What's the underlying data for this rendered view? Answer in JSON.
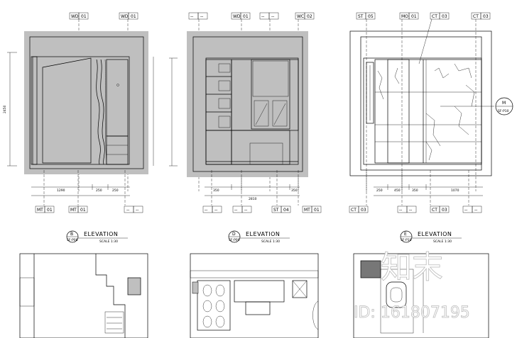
{
  "panels": [
    {
      "id": "B",
      "elevation_label": "ELEVATION",
      "code": "SF-P08",
      "scale": "SCALE 1:30",
      "top_tags": [
        {
          "code": "WD",
          "num": "01"
        },
        {
          "code": "WD",
          "num": "01"
        }
      ],
      "bottom_tags": [
        {
          "code": "MT",
          "num": "01"
        },
        {
          "code": "MT",
          "num": "01"
        },
        {
          "code": "--",
          "num": "--"
        }
      ],
      "dims": [
        "1290",
        "250",
        "250",
        "2450"
      ]
    },
    {
      "id": "D",
      "elevation_label": "ELEVATION",
      "code": "SF-P09",
      "scale": "SCALE 1:30",
      "top_tags": [
        {
          "code": "--",
          "num": "--"
        },
        {
          "code": "WD",
          "num": "01"
        },
        {
          "code": "--",
          "num": "--"
        },
        {
          "code": "WC",
          "num": "02"
        }
      ],
      "bottom_tags": [
        {
          "code": "--",
          "num": "--"
        },
        {
          "code": "--",
          "num": "--"
        },
        {
          "code": "ST",
          "num": "04"
        },
        {
          "code": "MT",
          "num": "01"
        }
      ],
      "dims": [
        "350",
        "2810",
        "350"
      ]
    },
    {
      "id": "E",
      "elevation_label": "ELEVATION",
      "code": "SF-P10",
      "scale": "SCALE 1:30",
      "top_tags": [
        {
          "code": "ST",
          "num": "05"
        },
        {
          "code": "MO",
          "num": "01"
        },
        {
          "code": "CT",
          "num": "03"
        },
        {
          "code": "CT",
          "num": "03"
        }
      ],
      "bottom_tags": [
        {
          "code": "CT",
          "num": "03"
        },
        {
          "code": "--",
          "num": "--"
        },
        {
          "code": "CT",
          "num": "03"
        },
        {
          "code": "--",
          "num": "--"
        }
      ],
      "side_tag": {
        "code": "M",
        "num": "SF-P10"
      },
      "dims": [
        "250",
        "450",
        "350",
        "1070"
      ]
    }
  ],
  "watermark": {
    "logo_text": "知末",
    "id_text": "ID: 161807195"
  }
}
